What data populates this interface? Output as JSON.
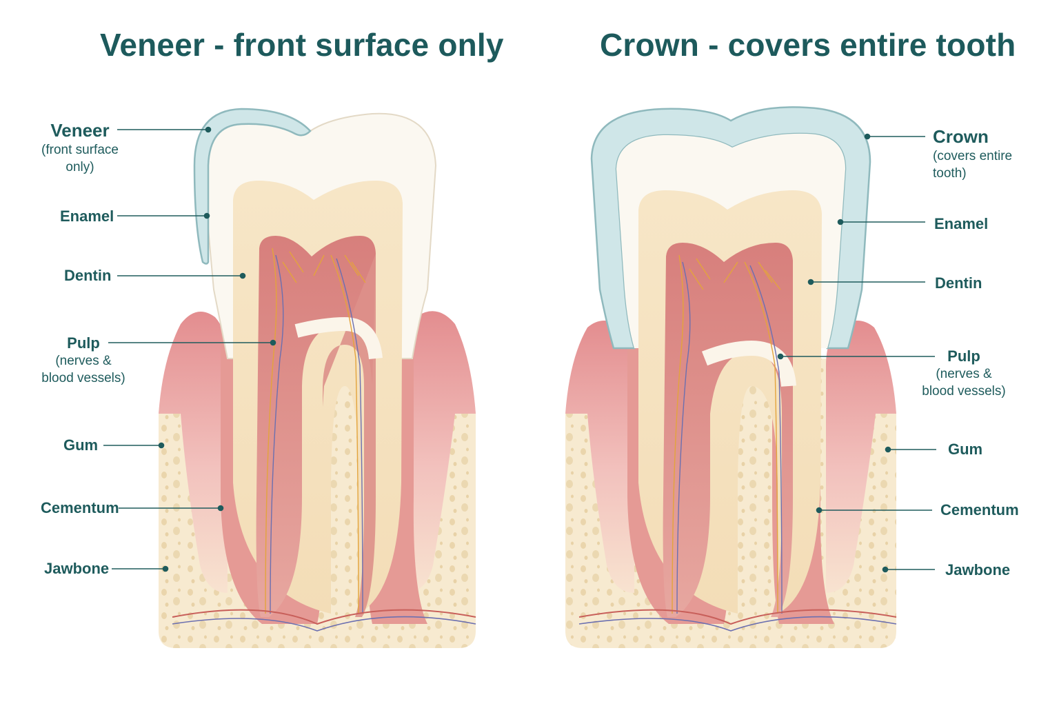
{
  "panels": {
    "veneer": {
      "title": "Veneer - front surface only",
      "labels": {
        "veneer": {
          "main": "Veneer",
          "sub1": "(front surface",
          "sub2": "only)"
        },
        "enamel": "Enamel",
        "dentin": "Dentin",
        "pulp": {
          "main": "Pulp",
          "sub1": "(nerves &",
          "sub2": "blood vessels)"
        },
        "gum": "Gum",
        "cementum": "Cementum",
        "jawbone": "Jawbone"
      }
    },
    "crown": {
      "title": "Crown - covers entire tooth",
      "labels": {
        "crown": {
          "main": "Crown",
          "sub1": "(covers entire",
          "sub2": "tooth)"
        },
        "enamel": "Enamel",
        "dentin": "Dentin",
        "pulp": {
          "main": "Pulp",
          "sub1": "(nerves &",
          "sub2": "blood vessels)"
        },
        "gum": "Gum",
        "cementum": "Cementum",
        "jawbone": "Jawbone"
      }
    }
  },
  "colors": {
    "title": "#1d5a5c",
    "leader": "#1e5b5c",
    "restoration": "#cfe6e8",
    "restoration_edge": "#8fb9bd",
    "enamel": "#fbf8f1",
    "dentin": "#f6e3c3",
    "pulp": "#d98a86",
    "gum": "#eaa3a3",
    "bone": "#f7ead0"
  }
}
